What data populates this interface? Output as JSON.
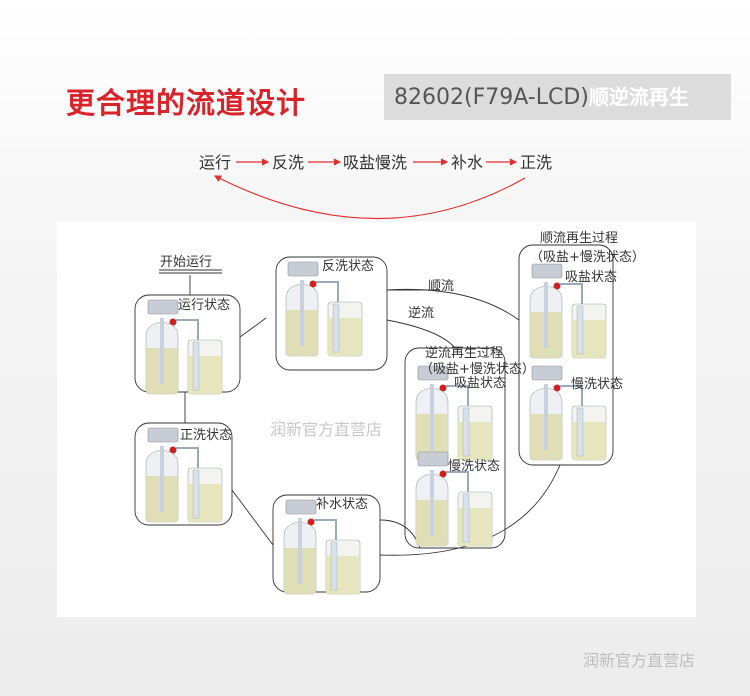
{
  "header": {
    "title": "更合理的流道设计",
    "model": "82602(F79A-LCD)",
    "model_suffix": "顺逆流再生"
  },
  "flow": {
    "steps": [
      "运行",
      "反洗",
      "吸盐慢洗",
      "补水",
      "正洗"
    ]
  },
  "diagram": {
    "start_label": "开始运行",
    "run": "运行状态",
    "backwash": "反洗状态",
    "downflow": "顺流",
    "upflow": "逆流",
    "forward_regen": {
      "title": "顺流再生过程",
      "subtitle": "（吸盐+慢洗状态）",
      "brine": "吸盐状态",
      "slow_rinse": "慢洗状态"
    },
    "reverse_regen": {
      "title": "逆流再生过程",
      "subtitle": "（吸盐+慢洗状态）",
      "brine": "吸盐状态",
      "slow_rinse": "慢洗状态"
    },
    "refill": "补水状态",
    "rinse": "正洗状态"
  },
  "watermark": "润新官方直营店",
  "colors": {
    "accent": "#d8232a",
    "arrow": "#e03030",
    "model_bg": "#dcdcdc"
  }
}
